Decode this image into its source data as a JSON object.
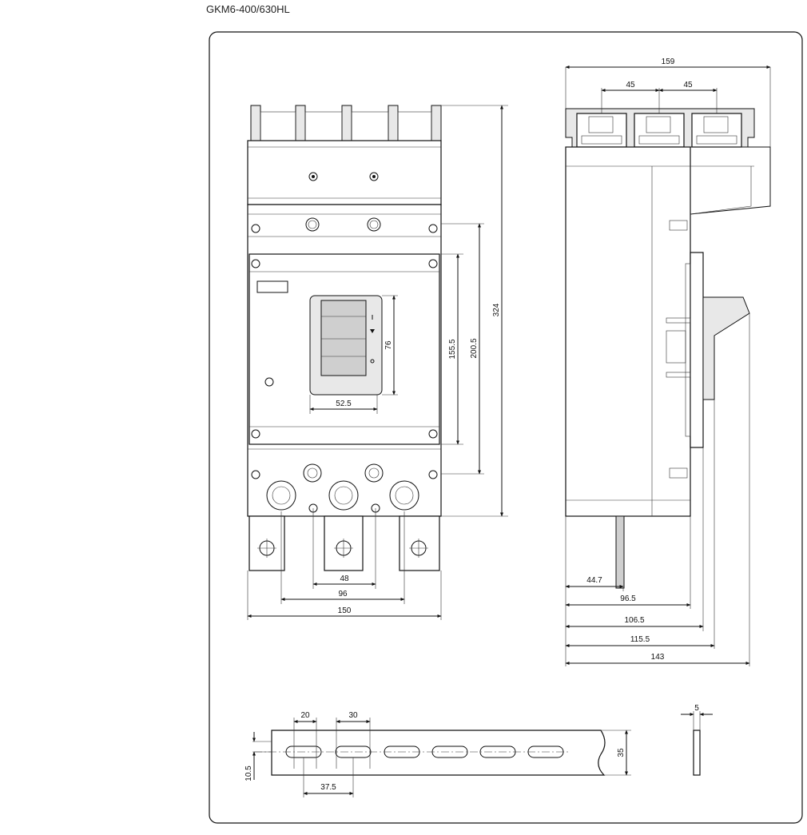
{
  "title": "GKM6-400/630HL",
  "front_view": {
    "dims": {
      "height_total": "324",
      "height_mount": "200.5",
      "height_cover": "155.5",
      "handle_height": "76",
      "handle_width": "52.5",
      "pole_pitch": "48",
      "mount_spacing": "96",
      "width_total": "150"
    }
  },
  "side_view": {
    "dims": {
      "width_total": "159",
      "pitch_left": "45",
      "pitch_right": "45",
      "d1": "44.7",
      "d2": "96.5",
      "d3": "106.5",
      "d4": "115.5",
      "d5": "143"
    }
  },
  "busbar": {
    "dims": {
      "slot_length": "20",
      "slot_pitch": "30",
      "edge_offset": "10.5",
      "slot_offset": "37.5",
      "width": "35",
      "thickness": "5"
    }
  }
}
